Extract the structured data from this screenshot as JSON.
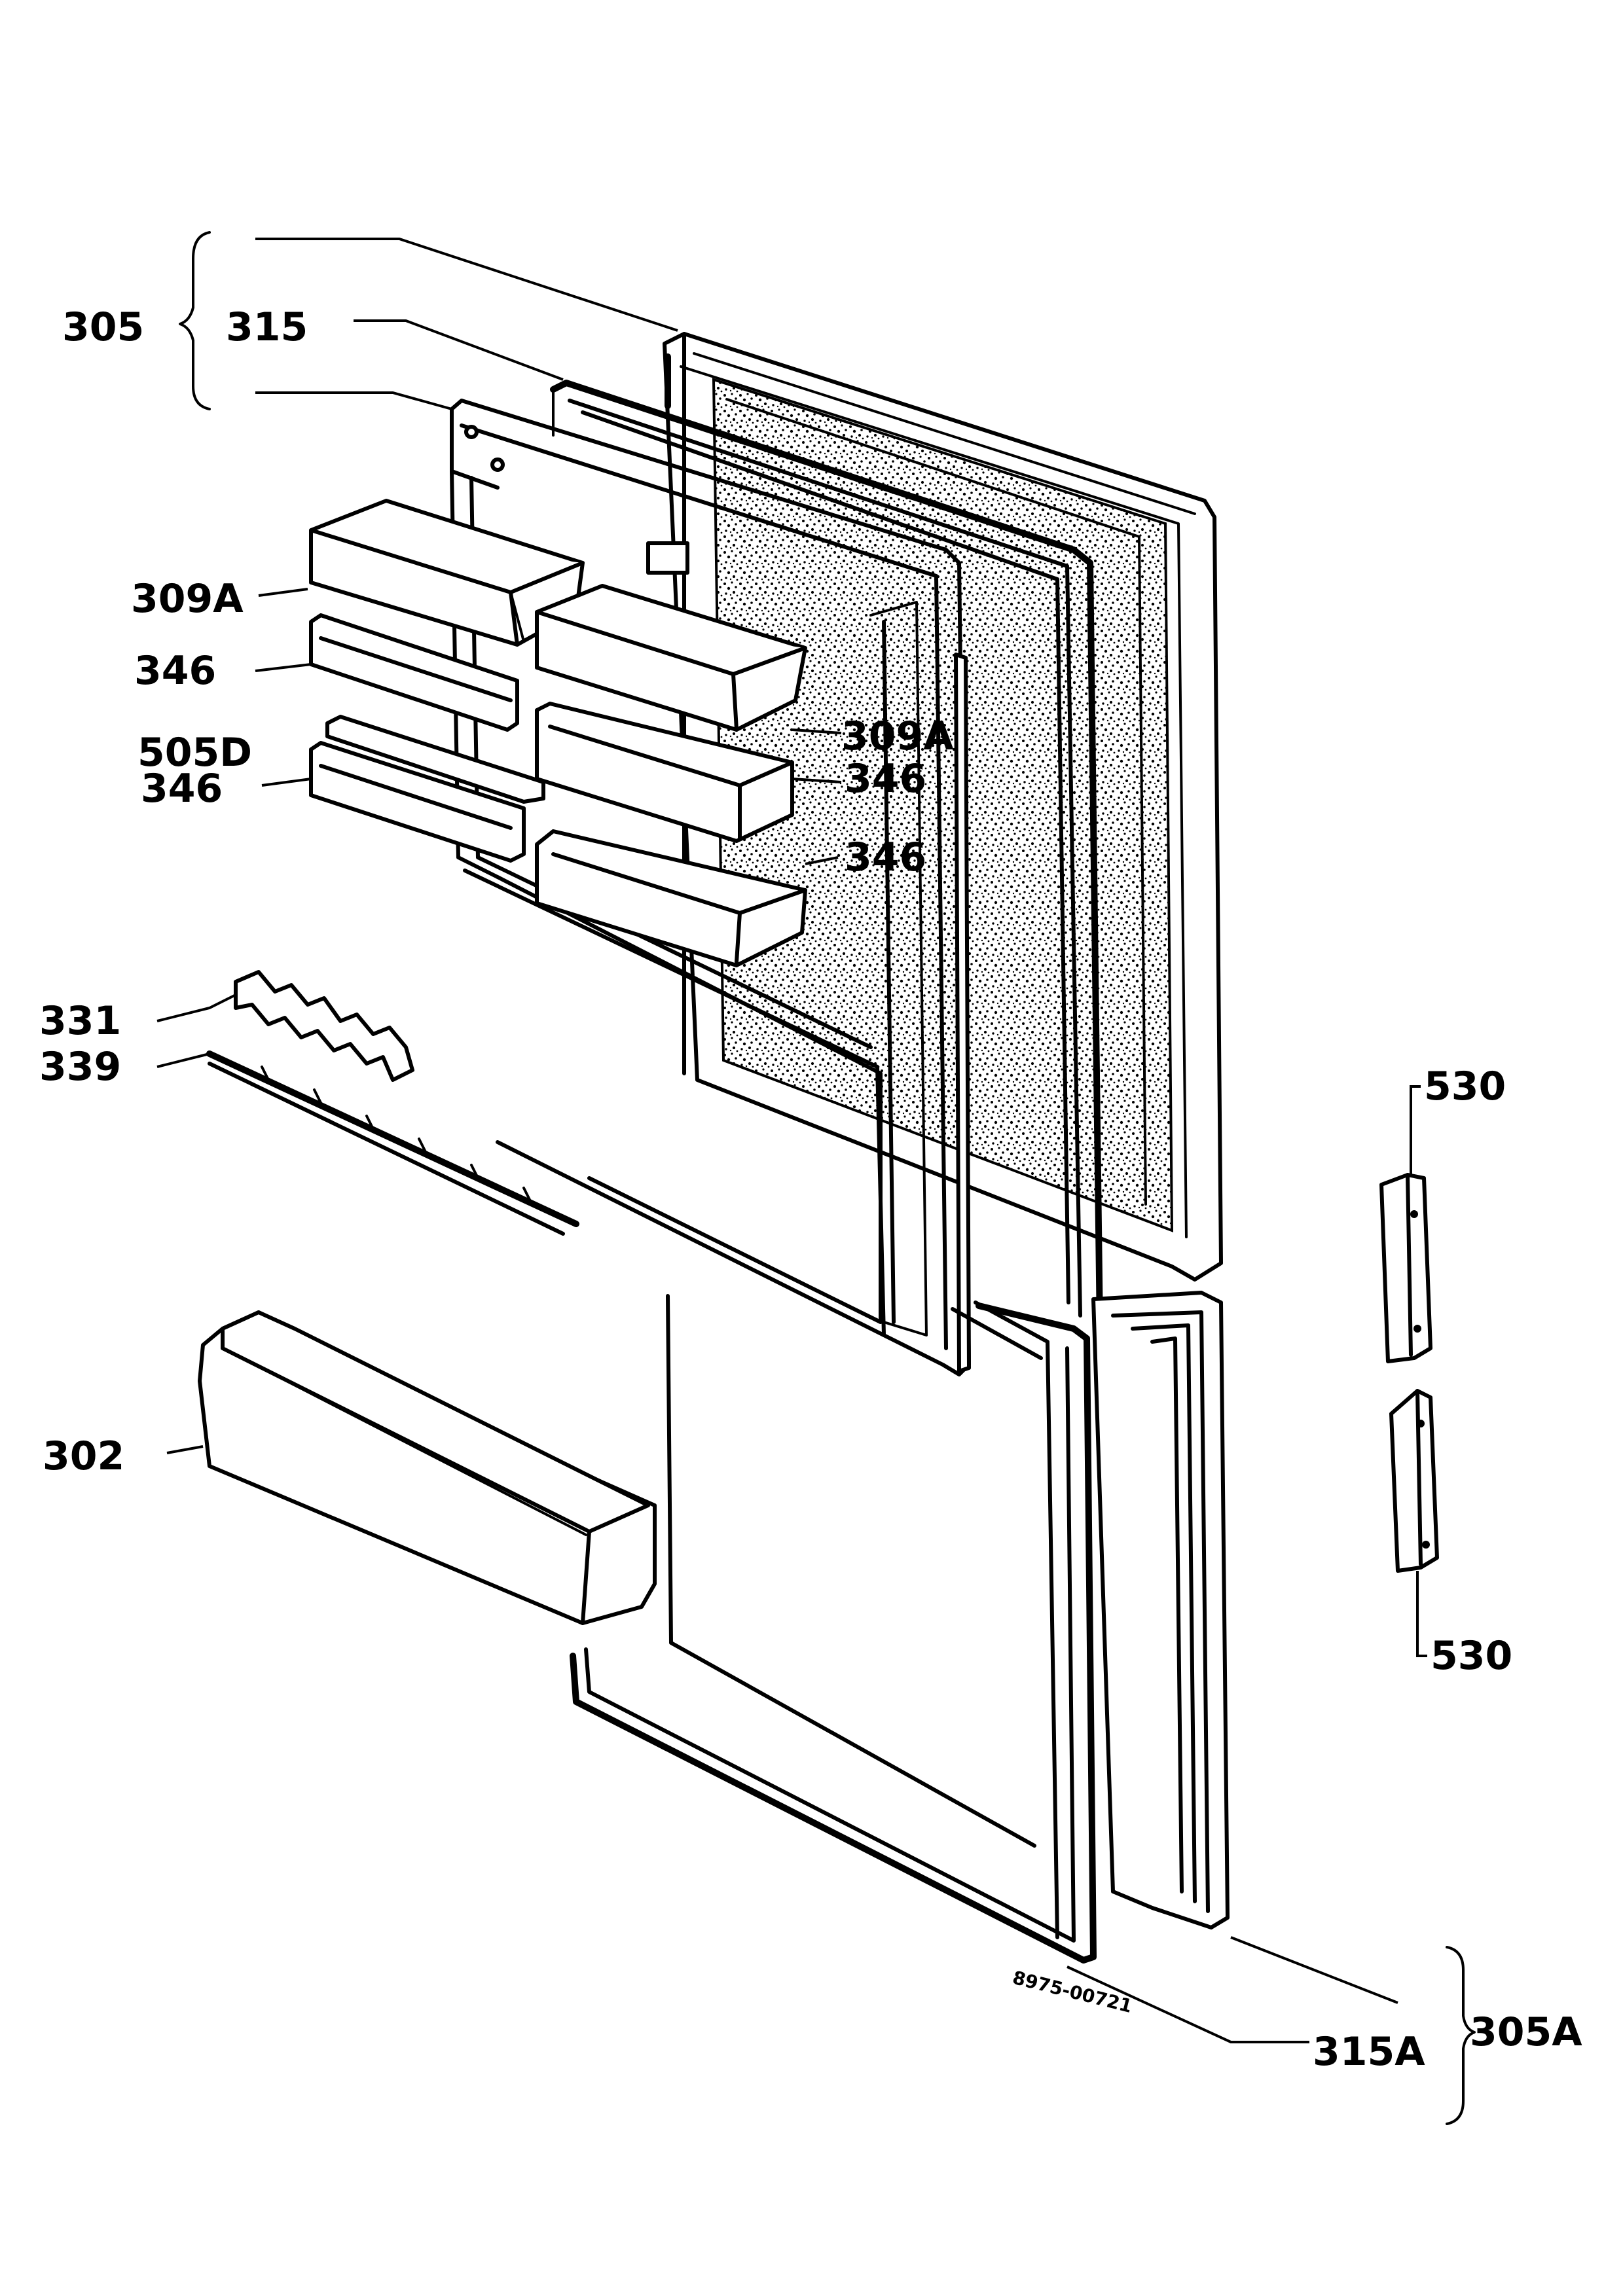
{
  "labels": {
    "l305": "305",
    "l315": "315",
    "l309a_1": "309A",
    "l346_1": "346",
    "l505d": "505D",
    "l346_2": "346",
    "l309a_2": "309A",
    "l346_3": "346",
    "l346_4": "346",
    "l331": "331",
    "l339": "339",
    "l302": "302",
    "l530_1": "530",
    "l530_2": "530",
    "l305a": "305A",
    "l315a": "315A",
    "code": "8975-00721"
  }
}
